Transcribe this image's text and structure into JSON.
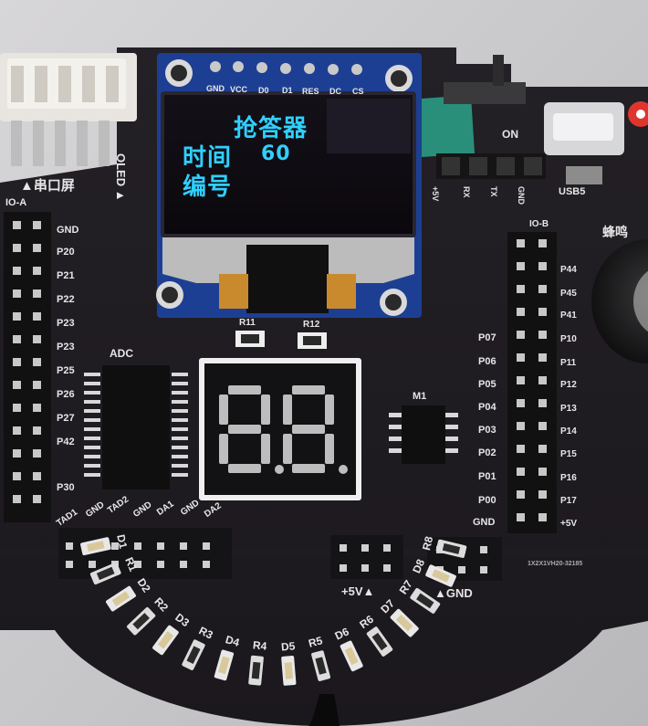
{
  "oled": {
    "title": "抢答器",
    "time_label": "时间",
    "time_value": "60",
    "number_label": "编号"
  },
  "oled_pins": {
    "gnd": "GND",
    "vcc": "VCC",
    "d0": "D0",
    "d1": "D1",
    "res": "RES",
    "dc": "DC",
    "cs": "CS"
  },
  "header": {
    "serial_label": "▲串口屏",
    "oled_label": "OLED ▲",
    "on_label": "ON",
    "usb_label": "USB5",
    "connector_pins": [
      "+5V",
      "RX",
      "TX",
      "GND"
    ]
  },
  "left_header": {
    "title": "IO-A",
    "pins": [
      "GND",
      "P20",
      "P21",
      "P22",
      "P23",
      "P23",
      "P25",
      "P26",
      "P27",
      "P42",
      "P30"
    ]
  },
  "right_header": {
    "title": "IO-B",
    "left_pins": [
      "P07",
      "P06",
      "P05",
      "P04",
      "P03",
      "P02",
      "P01",
      "P00",
      "GND"
    ],
    "right_pins": [
      "P44",
      "P45",
      "P41",
      "P10",
      "P11",
      "P12",
      "P13",
      "P14",
      "P15",
      "P16",
      "P17",
      "+5V"
    ]
  },
  "chips": {
    "adc": "ADC",
    "m1": "M1",
    "r11": "R11",
    "r12": "R12"
  },
  "seven_segment": {
    "digits": "8.8."
  },
  "bottom": {
    "adc_pins": [
      "TAD1",
      "GND",
      "TAD2",
      "GND",
      "DA1",
      "GND",
      "DA2"
    ],
    "power_5v": "+5V▲",
    "power_gnd": "▲GND",
    "serial_code": "1X2X1VH20-32185"
  },
  "leds": {
    "labels": [
      "D1",
      "R1",
      "D2",
      "R2",
      "D3",
      "R3",
      "D4",
      "R4",
      "D5",
      "R5",
      "D6",
      "R6",
      "D7",
      "R7",
      "D8",
      "R8"
    ]
  },
  "buzzer": {
    "label": "蜂鸣"
  }
}
